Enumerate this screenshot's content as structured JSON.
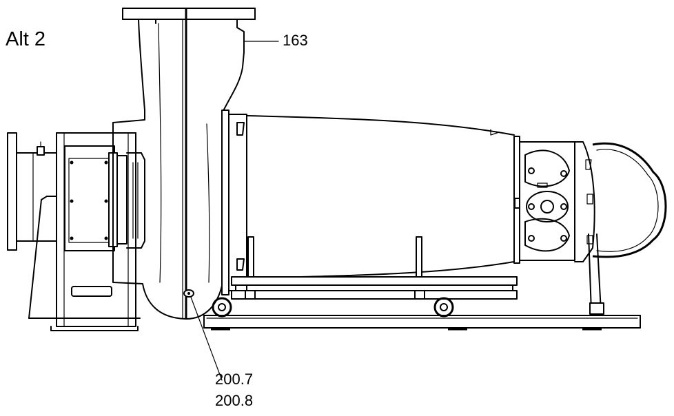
{
  "view_label": "Alt 2",
  "callouts": {
    "part_163": "163",
    "part_200_7": "200.7",
    "part_200_8": "200.8"
  },
  "colors": {
    "line": "#000000",
    "background": "#ffffff"
  }
}
